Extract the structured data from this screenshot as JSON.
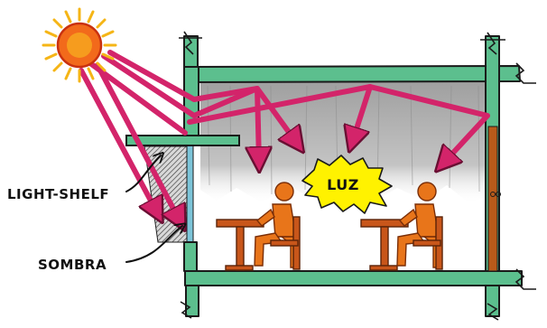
{
  "labels": {
    "light_shelf": "LIGHT-SHELF",
    "sombra": "SOMBRA",
    "luz": "LUZ"
  },
  "colors": {
    "wall": "#5cbf8e",
    "wall_outline": "#1a1a1a",
    "ray": "#d3246a",
    "ceiling_shade": "#b8b8b8",
    "sun_core": "#f26a1b",
    "sun_rays": "#f5b516",
    "burst": "#fff200",
    "figure": "#e8751a",
    "desk": "#c8561a",
    "window_glass": "#7cc4d8",
    "door": "#b85a1a"
  },
  "icons": {
    "sun": "sun-icon",
    "light_shelf": "light-shelf",
    "shadow": "shadow-hatch",
    "person": "seated-person-icon",
    "desk": "desk-icon",
    "door": "door-icon"
  }
}
